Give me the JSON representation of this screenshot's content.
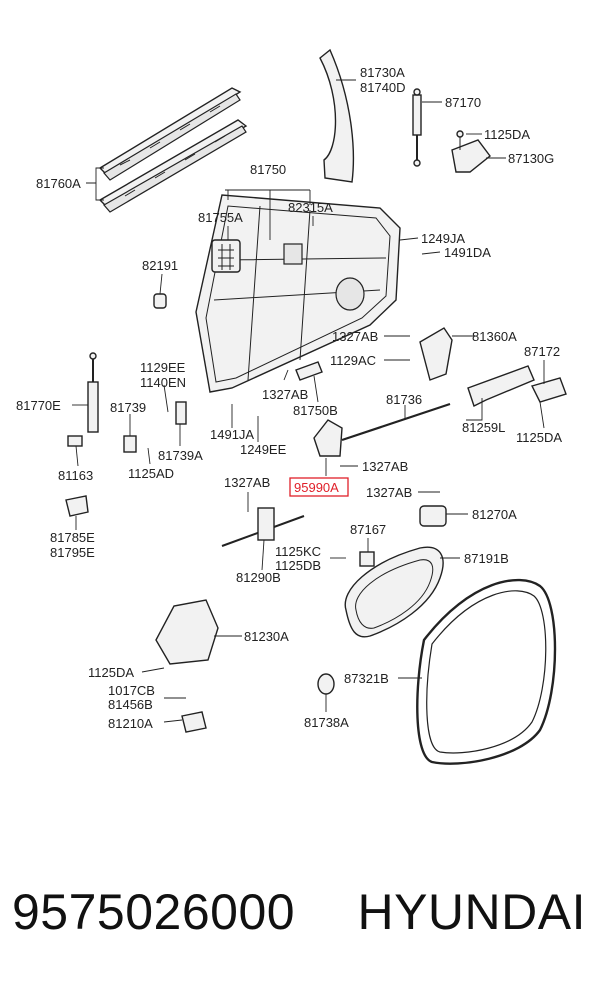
{
  "diagram": {
    "callouts": [
      {
        "id": "c81730A",
        "text": "81730A"
      },
      {
        "id": "c81740D",
        "text": "81740D"
      },
      {
        "id": "c87170",
        "text": "87170"
      },
      {
        "id": "c1125DA_a",
        "text": "1125DA"
      },
      {
        "id": "c87130G",
        "text": "87130G"
      },
      {
        "id": "c81760A",
        "text": "81760A"
      },
      {
        "id": "c81750",
        "text": "81750"
      },
      {
        "id": "c81755A",
        "text": "81755A"
      },
      {
        "id": "c82315A",
        "text": "82315A"
      },
      {
        "id": "c1249JA",
        "text": "1249JA"
      },
      {
        "id": "c1491DA_a",
        "text": "1491DA"
      },
      {
        "id": "c82191",
        "text": "82191"
      },
      {
        "id": "c1327AB_a",
        "text": "1327AB"
      },
      {
        "id": "c81360A",
        "text": "81360A"
      },
      {
        "id": "c87172",
        "text": "87172"
      },
      {
        "id": "c1129AC",
        "text": "1129AC"
      },
      {
        "id": "c1129EE",
        "text": "1129EE"
      },
      {
        "id": "c1140EN",
        "text": "1140EN"
      },
      {
        "id": "c1327AB_b",
        "text": "1327AB"
      },
      {
        "id": "c81750B",
        "text": "81750B"
      },
      {
        "id": "c81736",
        "text": "81736"
      },
      {
        "id": "c81770E",
        "text": "81770E"
      },
      {
        "id": "c81739",
        "text": "81739"
      },
      {
        "id": "c81259L",
        "text": "81259L"
      },
      {
        "id": "c1125DA_b",
        "text": "1125DA"
      },
      {
        "id": "c1491JA",
        "text": "1491JA"
      },
      {
        "id": "c1249EE",
        "text": "1249EE"
      },
      {
        "id": "c81739A",
        "text": "81739A"
      },
      {
        "id": "c1327AB_c",
        "text": "1327AB"
      },
      {
        "id": "c81163",
        "text": "81163"
      },
      {
        "id": "c1125AD",
        "text": "1125AD"
      },
      {
        "id": "c1327AB_d",
        "text": "1327AB"
      },
      {
        "id": "c1327AB_e",
        "text": "1327AB"
      },
      {
        "id": "c81785E",
        "text": "81785E"
      },
      {
        "id": "c81795E",
        "text": "81795E"
      },
      {
        "id": "c81270A",
        "text": "81270A"
      },
      {
        "id": "c87167",
        "text": "87167"
      },
      {
        "id": "c1125KC",
        "text": "1125KC"
      },
      {
        "id": "c1125DB",
        "text": "1125DB"
      },
      {
        "id": "c87191B",
        "text": "87191B"
      },
      {
        "id": "c81290B",
        "text": "81290B"
      },
      {
        "id": "c81230A",
        "text": "81230A"
      },
      {
        "id": "c1125DA_c",
        "text": "1125DA"
      },
      {
        "id": "c87321B",
        "text": "87321B"
      },
      {
        "id": "c1017CB",
        "text": "1017CB"
      },
      {
        "id": "c81456B",
        "text": "81456B"
      },
      {
        "id": "c81210A",
        "text": "81210A"
      },
      {
        "id": "c81738A",
        "text": "81738A"
      }
    ],
    "highlighted_part": "95990A",
    "highlight_color": "#e0202a"
  },
  "footer": {
    "part_number": "9575026000",
    "brand": "HYUNDAI"
  }
}
